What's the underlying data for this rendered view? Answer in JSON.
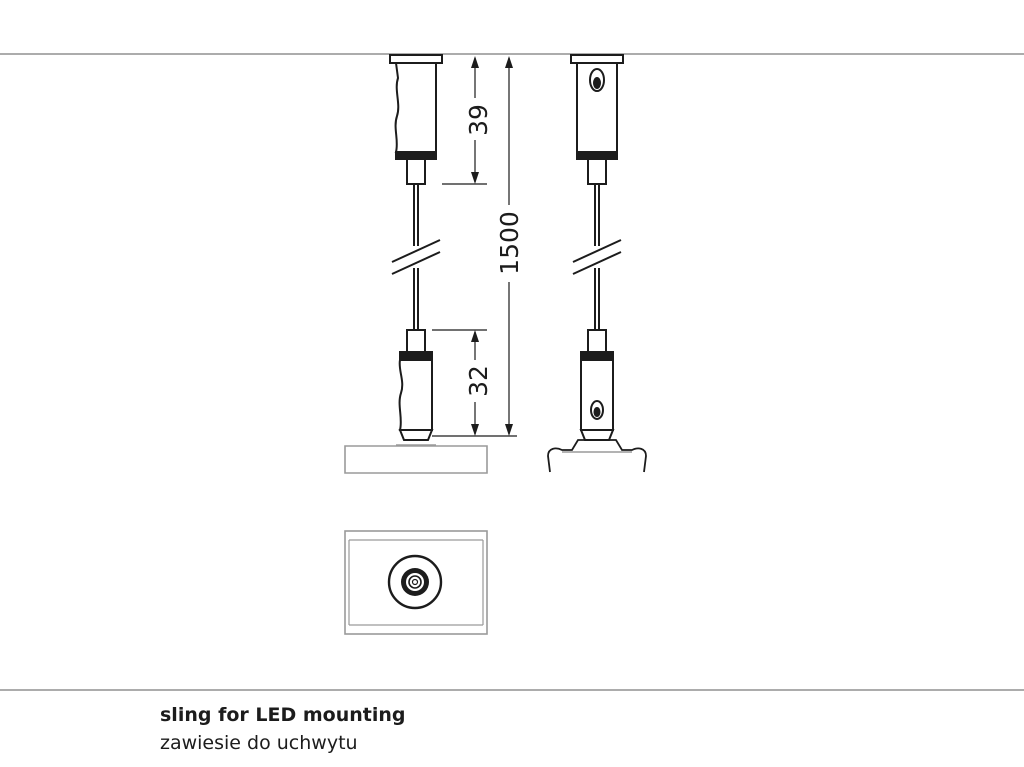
{
  "dimensions": {
    "top_fixture_height": "39",
    "total_length": "1500",
    "bottom_fixture_height": "32"
  },
  "caption": {
    "title": "sling for LED mounting",
    "subtitle": "zawiesie do uchwytu"
  },
  "colors": {
    "line": "#1c1c1c",
    "rule": "#7a7a7a",
    "profile": "#9a9a9a"
  }
}
